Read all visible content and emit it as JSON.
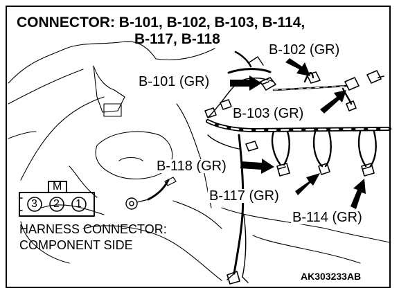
{
  "title_line1": "CONNECTOR: B-101, B-102, B-103, B-114,",
  "title_line2": "B-117, B-118",
  "labels": {
    "b101": "B-101 (GR)",
    "b102": "B-102 (GR)",
    "b103": "B-103 (GR)",
    "b114": "B-114 (GR)",
    "b117": "B-117 (GR)",
    "b118": "B-118 (GR)"
  },
  "connector_view": {
    "line1": "HARNESS CONNECTOR:",
    "line2": "COMPONENT SIDE",
    "locking_tab": "M",
    "pins": [
      "3",
      "2",
      "1"
    ]
  },
  "figure_code": "AK303233AB"
}
